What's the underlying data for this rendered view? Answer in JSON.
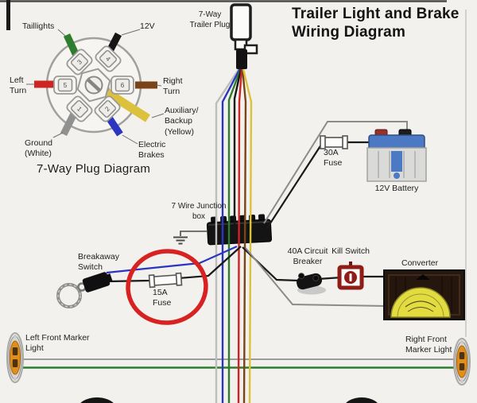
{
  "colors": {
    "background": "#f2f1ed",
    "white_wire": "#bdbdbb",
    "blue_wire": "#2b35c0",
    "green_wire": "#2e7d2e",
    "black_wire": "#161616",
    "red_wire": "#cf2424",
    "brown_wire": "#7a4418",
    "yellow_wire": "#dcc23c",
    "ground_gray_wire": "#8b8b89",
    "annotation_circle_red": "#d82222",
    "kill_switch_red": "#8f1c16",
    "converter_dome_yellow": "#e2dc40",
    "battery_blue": "#4b79c4",
    "marker_amber": "#e08f1c"
  },
  "title": {
    "line1": "Trailer Light and Brake",
    "line2": "Wiring Diagram"
  },
  "plug_diagram": {
    "caption": "7-Way Plug Diagram",
    "labels": {
      "taillights": "Taillights",
      "aux_power": "12V",
      "left_turn": "Left Turn",
      "right_turn": "Right Turn",
      "ground": "Ground (White)",
      "electric_brakes": "Electric Brakes",
      "auxiliary": "Auxiliary/ Backup (Yellow)"
    },
    "pin_numbers": [
      "1",
      "2",
      "3",
      "4",
      "5",
      "6"
    ]
  },
  "trailer_plug_label": "7-Way Trailer Plug",
  "junction_box_label": "7 Wire Junction box",
  "fuse_30a_label": "30A Fuse",
  "battery_label": "12V Battery",
  "breakaway_switch_label": "Breakaway Switch",
  "fuse_15a_label": "15A Fuse",
  "circuit_breaker_label": "40A Circuit Breaker",
  "kill_switch_label": "Kill Switch",
  "converter_label": "Converter",
  "marker_lights": {
    "left": "Left Front Marker Light",
    "right": "Right Front Marker Light"
  }
}
